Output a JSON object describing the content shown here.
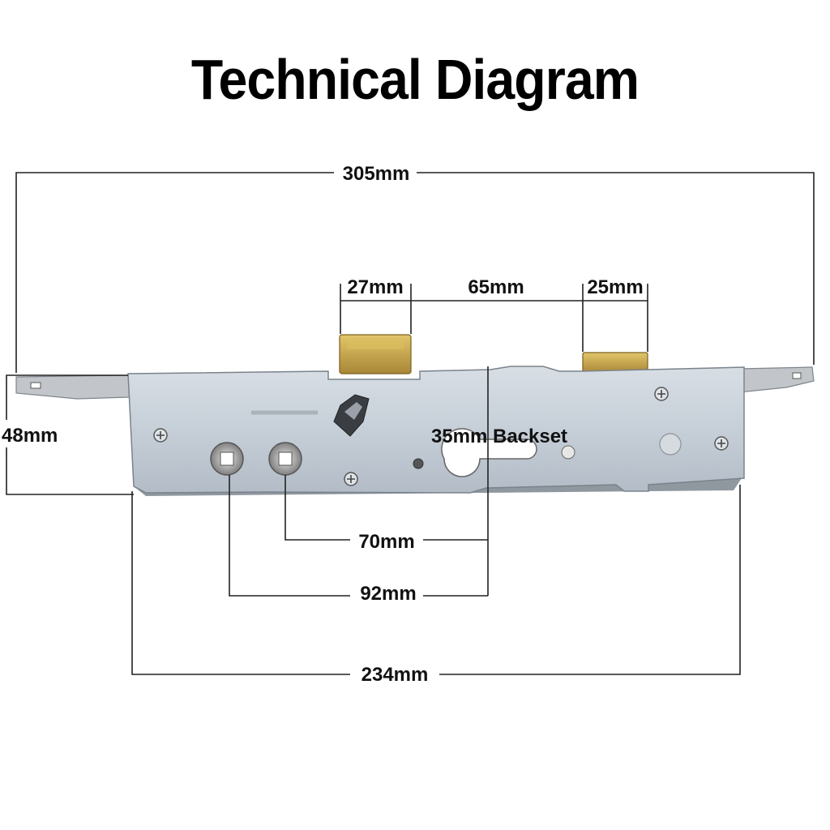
{
  "title": "Technical Diagram",
  "dimensions": {
    "overall_length": "305mm",
    "hook_width_left": "27mm",
    "hook_spacing": "65mm",
    "hook_width_right": "25mm",
    "faceplate_height": "48mm",
    "backset": "35mm Backset",
    "centre_70": "70mm",
    "centre_92": "92mm",
    "case_length": "234mm"
  },
  "colors": {
    "faceplate": "#c9d2da",
    "faceplate_edge": "#8c959e",
    "brass": "#c9a84a",
    "line": "#222222"
  }
}
